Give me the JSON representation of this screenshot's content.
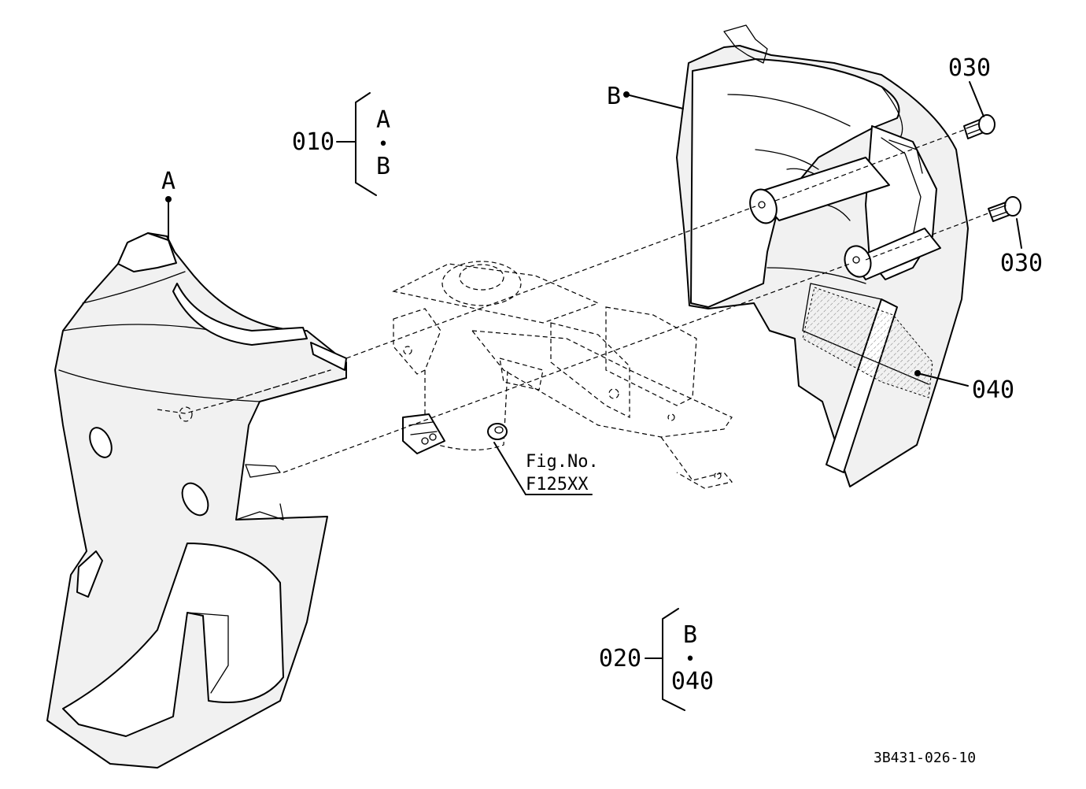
{
  "diagram": {
    "labels": {
      "part_010": "010",
      "part_010_ref_top": "A",
      "part_010_ref_dot": "•",
      "part_010_ref_bottom": "B",
      "part_020": "020",
      "part_020_ref_top": "B",
      "part_020_ref_dot": "•",
      "part_020_ref_bottom": "040",
      "part_030_top": "030",
      "part_030_bottom": "030",
      "part_040": "040",
      "ref_a": "A",
      "ref_b": "B",
      "fig_no_title": "Fig.No.",
      "fig_no_value": "F125XX",
      "drawing_code": "3B431-026-10"
    }
  }
}
